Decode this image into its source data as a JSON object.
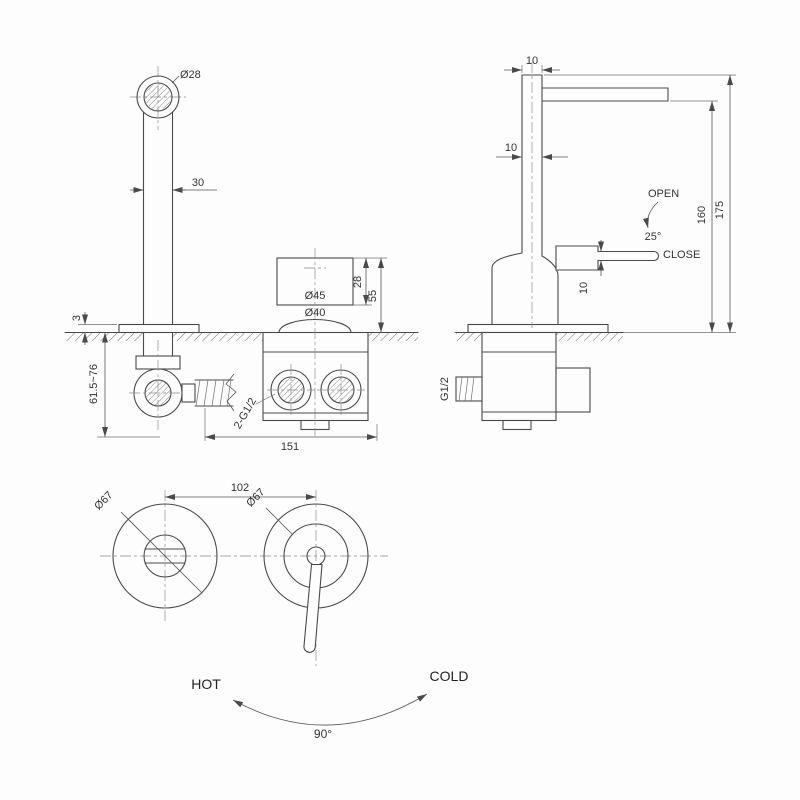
{
  "page": {
    "background": "#fdfdfd",
    "line_color": "#4a4a4a",
    "text_color": "#333333"
  },
  "front_view": {
    "spout_diameter": "Ø28",
    "spout_offset": "30",
    "plate_thickness": "3",
    "concealed_depth": "61.5~76",
    "cartridge_top_diameter": "Ø45",
    "trim_diameter": "Ø40",
    "cartridge_height": "28",
    "trim_height": "55",
    "inlet_thread": "2-G1/2",
    "centers_distance": "151"
  },
  "side_view": {
    "spout_tube_width": "10",
    "riser_width": "10",
    "lever_thickness": "10",
    "open_label": "OPEN",
    "swing_angle": "25°",
    "close_label": "CLOSE",
    "spout_height": "160",
    "overall_height": "175",
    "inlet_thread": "G1/2"
  },
  "plan_view": {
    "spout_flange_diameter": "Ø67",
    "handle_flange_diameter": "Ø67",
    "flange_centers_distance": "102"
  },
  "rotation_diagram": {
    "hot_label": "HOT",
    "cold_label": "COLD",
    "rotation_angle": "90°"
  }
}
